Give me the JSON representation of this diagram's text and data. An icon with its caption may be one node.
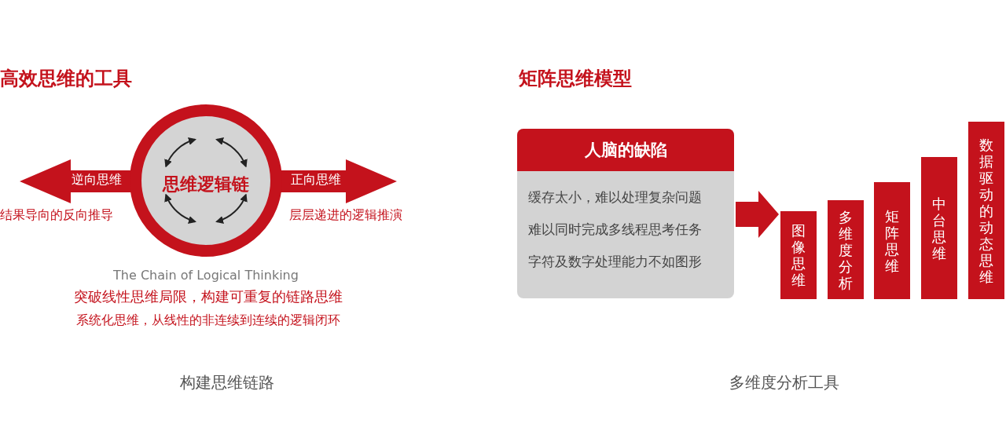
{
  "diagram": {
    "nodes": [
      {
        "text": [
          "思维逻辑链"
        ]
      },
      {
        "text": [
          "逆向思维"
        ],
        "beside": [
          "结果导向的反向推导"
        ]
      },
      {
        "text": [
          "正向思维"
        ],
        "beside": [
          "层层递进的逻辑推演"
        ]
      },
      {
        "text": [
          "人脑的缺陷",
          "缓存太小，难以处理复杂问题",
          "难以同时完成多线程思考任务",
          "字符及数字处理能力不如图形"
        ]
      },
      {
        "text": [
          "图像思维"
        ]
      },
      {
        "text": [
          "多维度分析"
        ]
      },
      {
        "text": [
          "矩阵思维"
        ]
      },
      {
        "text": [
          "中台思维"
        ]
      },
      {
        "text": [
          "数据驱动的动态思维"
        ]
      }
    ],
    "edges": [
      {
        "from": 3,
        "to": 4,
        "arrow": "to"
      }
    ],
    "labels": [
      "高效思维的工具",
      "矩阵思维模型",
      "The Chain of Logical Thinking",
      "突破线性思维局限，构建可重复的链路思维",
      "系统化思维，从线性的非连续到连续的逻辑闭环",
      "构建思维链路",
      "多维度分析工具"
    ]
  }
}
